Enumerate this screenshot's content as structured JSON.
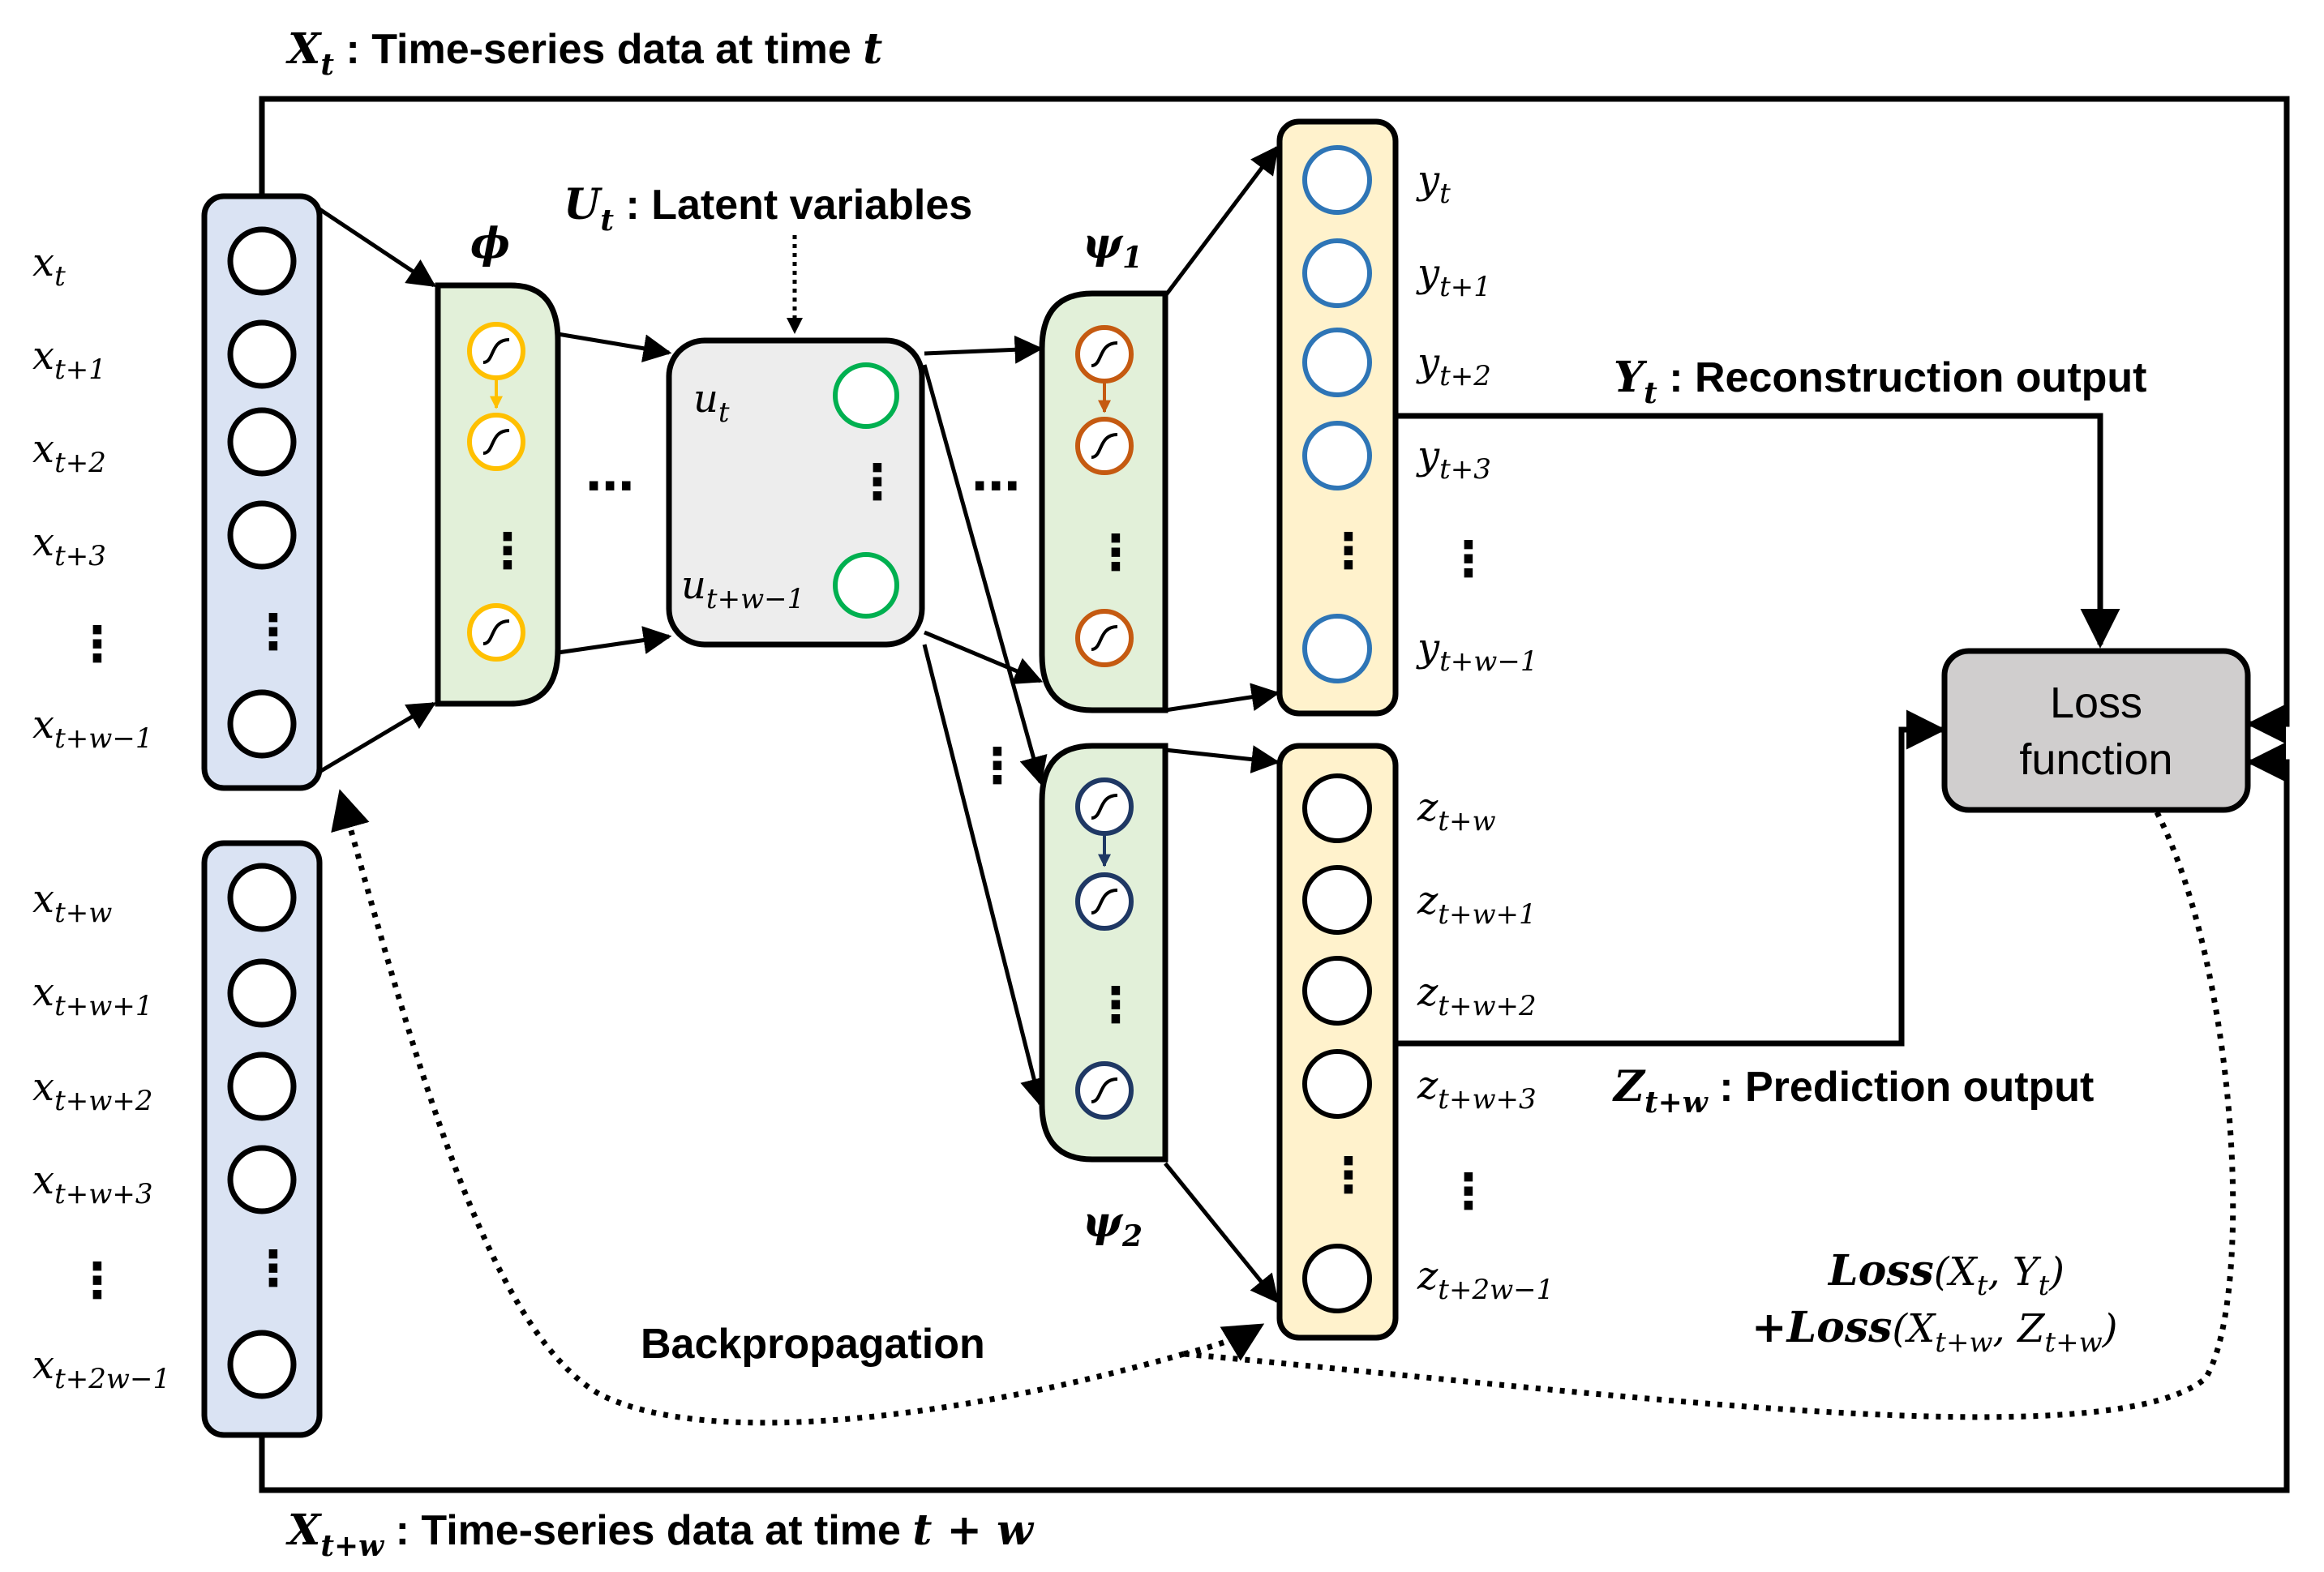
{
  "colors": {
    "input_panel": "#dae3f3",
    "encoder_panel": "#e2f0d9",
    "latent_panel": "#ededed",
    "output_panel": "#fff2cc",
    "loss_box": "#d0cece",
    "encoder_node": "#ffc000",
    "latent_node": "#00b050",
    "psi1_node": "#c55a11",
    "psi2_node": "#1f3864",
    "recon_node": "#2e75b6",
    "plain_node": "#000000",
    "line": "#000000"
  },
  "labels": {
    "xt_title_sym": "X",
    "xt_title_sub": "t",
    "xt_title_text": " : Time-series data at time ",
    "xt_title_t": "t",
    "xtw_title_sym": "X",
    "xtw_title_sub": "t+w",
    "xtw_title_text": " : Time-series data at time ",
    "xtw_title_t": "t + w",
    "ut_sym": "U",
    "ut_sub": "t",
    "ut_text": " : Latent variables",
    "phi": "ϕ",
    "psi1_sym": "ψ",
    "psi1_sub": "1",
    "psi2_sym": "ψ",
    "psi2_sub": "2",
    "yt_sym": "Y",
    "yt_sub": "t",
    "yt_text": " : Reconstruction output",
    "zt_sym": "Z",
    "zt_sub": "t+w",
    "zt_text": " : Prediction output",
    "loss_line1": "Loss",
    "loss_line2": "function",
    "backprop": "Backpropagation",
    "loss_formula1_a": "Loss",
    "loss_formula1_b": "(X",
    "loss_formula1_c": "t",
    "loss_formula1_d": ", Y",
    "loss_formula1_e": "t",
    "loss_formula1_f": ")",
    "loss_formula2_a": "+Loss",
    "loss_formula2_b": "(X",
    "loss_formula2_c": "t+w",
    "loss_formula2_d": ", Z",
    "loss_formula2_e": "t+w",
    "loss_formula2_f": ")",
    "ellipsis_v": "⋮",
    "ellipsis_h": "⋯",
    "u_first_sym": "u",
    "u_first_sub": "t",
    "u_last_sym": "u",
    "u_last_sub": "t+w−1"
  },
  "x_inputs": [
    {
      "sym": "x",
      "sub": "t"
    },
    {
      "sym": "x",
      "sub": "t+1"
    },
    {
      "sym": "x",
      "sub": "t+2"
    },
    {
      "sym": "x",
      "sub": "t+3"
    },
    {
      "sym": "x",
      "sub": "t+w−1"
    }
  ],
  "x_future": [
    {
      "sym": "x",
      "sub": "t+w"
    },
    {
      "sym": "x",
      "sub": "t+w+1"
    },
    {
      "sym": "x",
      "sub": "t+w+2"
    },
    {
      "sym": "x",
      "sub": "t+w+3"
    },
    {
      "sym": "x",
      "sub": "t+2w−1"
    }
  ],
  "y_outputs": [
    {
      "sym": "y",
      "sub": "t"
    },
    {
      "sym": "y",
      "sub": "t+1"
    },
    {
      "sym": "y",
      "sub": "t+2"
    },
    {
      "sym": "y",
      "sub": "t+3"
    },
    {
      "sym": "y",
      "sub": "t+w−1"
    }
  ],
  "z_outputs": [
    {
      "sym": "z",
      "sub": "t+w"
    },
    {
      "sym": "z",
      "sub": "t+w+1"
    },
    {
      "sym": "z",
      "sub": "t+w+2"
    },
    {
      "sym": "z",
      "sub": "t+w+3"
    },
    {
      "sym": "z",
      "sub": "t+2w−1"
    }
  ]
}
